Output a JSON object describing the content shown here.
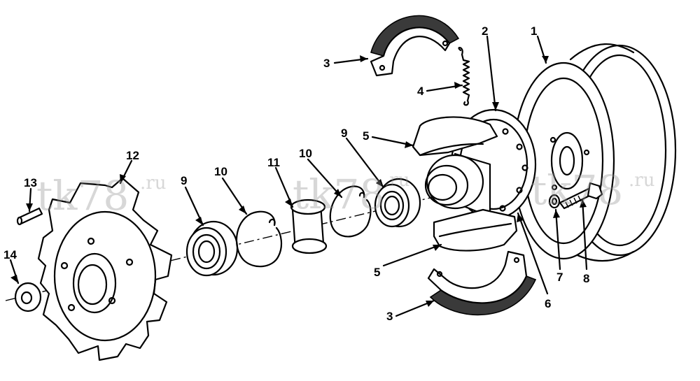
{
  "callouts": {
    "c1": "1",
    "c2": "2",
    "c3a": "3",
    "c3b": "3",
    "c4": "4",
    "c5a": "5",
    "c5b": "5",
    "c6": "6",
    "c7": "7",
    "c8": "8",
    "c9a": "9",
    "c9b": "9",
    "c10a": "10",
    "c10b": "10",
    "c11": "11",
    "c12": "12",
    "c13": "13",
    "c14": "14"
  },
  "watermark": {
    "main": "tk78",
    "suffix": ".ru"
  }
}
